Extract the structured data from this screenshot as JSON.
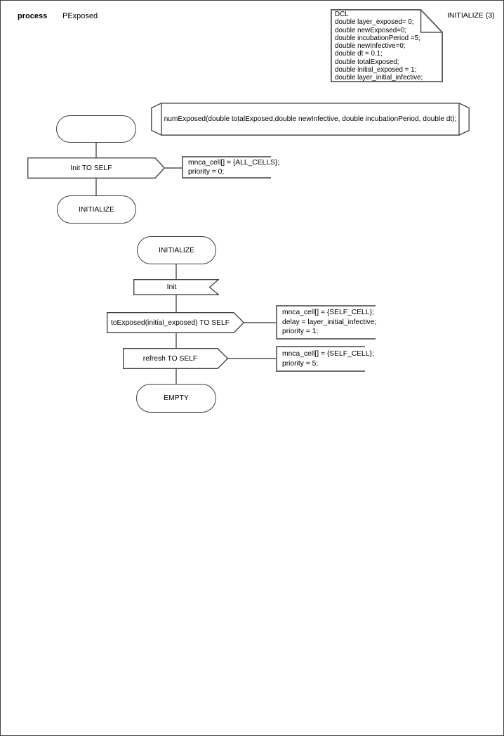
{
  "page": {
    "kind": "process",
    "name": "PExposed",
    "sheet_label": "INITIALIZE (3)"
  },
  "declarations": {
    "lines": [
      "DCL",
      "double layer_exposed= 0;",
      "double newExposed=0;",
      "double incubationPeriod =5;",
      "double newInfective=0;",
      "double dt = 0.1;",
      "double totalExposed;",
      "double initial_exposed = 1;",
      "double layer_initial_infective;"
    ]
  },
  "procedure": {
    "signature": "numExposed(double totalExposed,double newInfective, double incubationPeriod, double dt);"
  },
  "flow_initialize": {
    "output": "Init TO SELF",
    "comment": [
      "mnca_cell[] = {ALL_CELLS};",
      "priority = 0;"
    ],
    "next_state": "INITIALIZE"
  },
  "flow_main": {
    "start_state": "INITIALIZE",
    "input": "Init",
    "output_to_exposed": "toExposed(initial_exposed) TO SELF",
    "comment_to_exposed": [
      "mnca_cell[] = {SELF_CELL};",
      "delay = layer_initial_infective;",
      "priority = 1;"
    ],
    "output_refresh": "refresh TO SELF",
    "comment_refresh": [
      "mnca_cell[] = {SELF_CELL};",
      "priority = 5;"
    ],
    "end_state": "EMPTY"
  }
}
